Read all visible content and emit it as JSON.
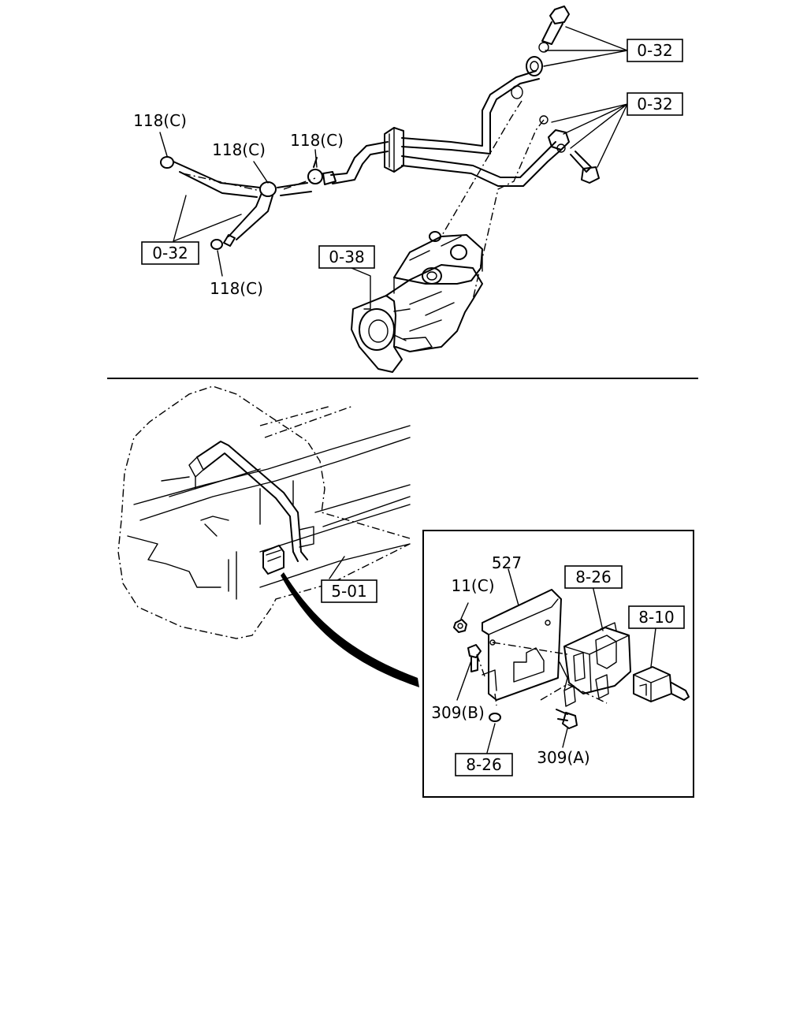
{
  "labels": {
    "top_refs": [
      "0-32",
      "0-32",
      "0-32",
      "0-38"
    ],
    "top_parts": [
      "118(C)",
      "118(C)",
      "118(C)",
      "118(C)"
    ],
    "bottom_refs": [
      "5-01",
      "8-26",
      "8-10",
      "8-26"
    ],
    "bottom_parts": [
      "527",
      "11(C)",
      "309(B)",
      "309(A)"
    ]
  },
  "colors": {
    "line": "#000000",
    "background": "#ffffff"
  }
}
